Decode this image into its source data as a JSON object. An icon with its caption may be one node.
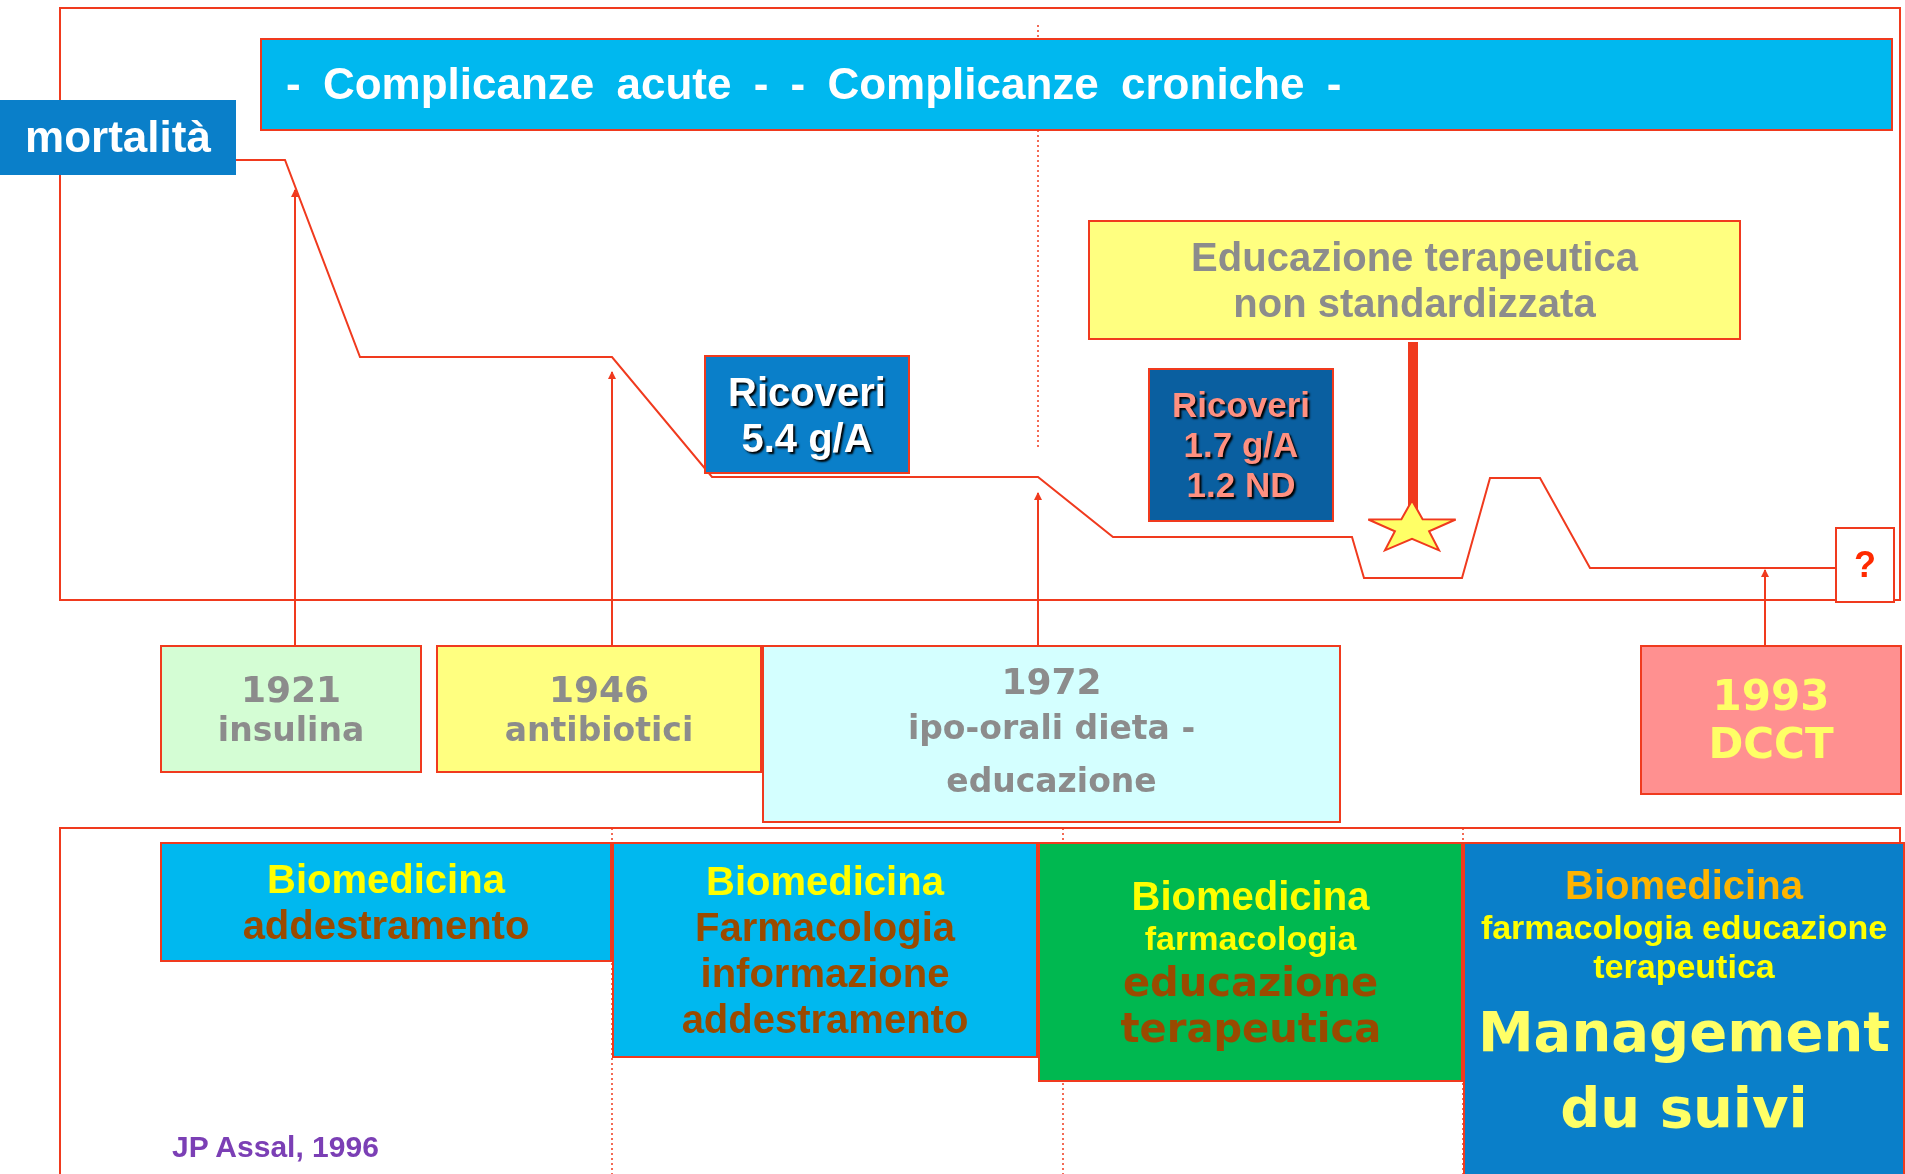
{
  "diagram": {
    "nodes": [
      {
        "text": [
          "mortalità"
        ]
      },
      {
        "text": [
          "- Complicanze acute - - Complicanze croniche -"
        ]
      },
      {
        "text": [
          "Educazione terapeutica non standardizzata"
        ]
      },
      {
        "text": [
          "Ricoveri 5.4 g/A"
        ]
      },
      {
        "text": [
          "Ricoveri 1.7 g/A 1.2 ND"
        ]
      },
      {
        "text": [],
        "shape": "star"
      },
      {
        "text": [
          "?"
        ]
      },
      {
        "text": [
          "1921",
          "insulina"
        ]
      },
      {
        "text": [
          "1946",
          "antibiotici"
        ]
      },
      {
        "text": [
          "1972",
          "ipo-orali dieta - educazione"
        ]
      },
      {
        "text": [
          "1993",
          "DCCT"
        ]
      },
      {
        "text": [
          "Biomedicina",
          "addestramento"
        ]
      },
      {
        "text": [
          "Biomedicina",
          "Farmacologia informazione addestramento"
        ]
      },
      {
        "text": [
          "Biomedicina",
          "farmacologia",
          "educazione terapeutica"
        ]
      },
      {
        "text": [
          "Biomedicina",
          "farmacologia educazione terapeutica",
          "Management du suivi"
        ]
      }
    ],
    "edges": [
      {
        "from": 0,
        "to": 6,
        "arrow": "none"
      },
      {
        "from": 2,
        "to": 5,
        "arrow": "none",
        "style": "thick"
      },
      {
        "from": 7,
        "to": null,
        "arrow": "to"
      },
      {
        "from": 8,
        "to": null,
        "arrow": "to"
      },
      {
        "from": 9,
        "to": null,
        "arrow": "to"
      },
      {
        "from": 10,
        "to": null,
        "arrow": "to"
      }
    ],
    "labels": [
      "JP Assal, 1996"
    ]
  }
}
